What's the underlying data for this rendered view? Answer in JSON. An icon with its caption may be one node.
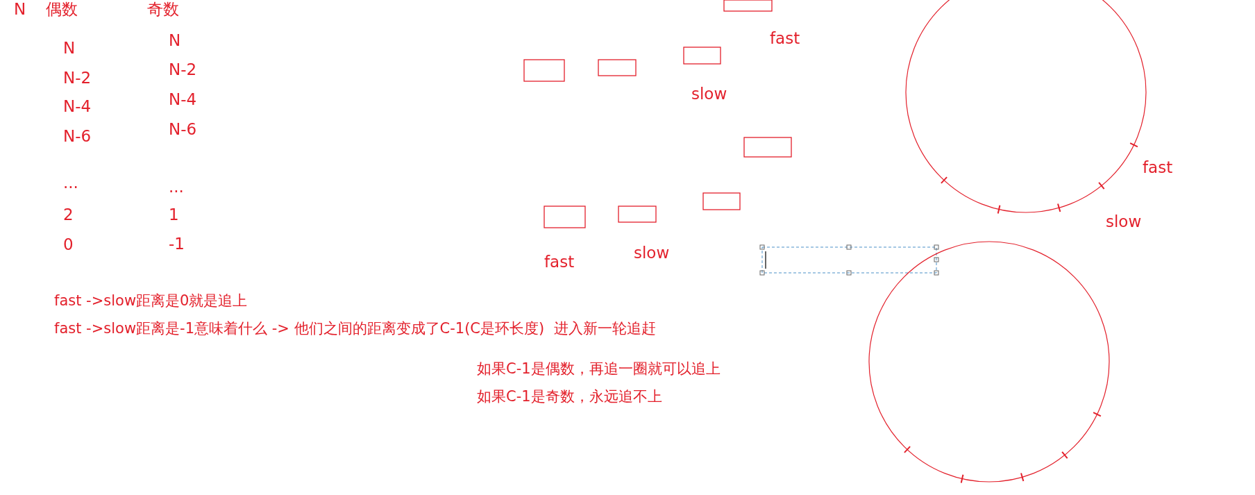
{
  "diagram": {
    "labels": [
      "N",
      "偶数",
      "奇数",
      "N",
      "N",
      "N-2",
      "N-2",
      "N-4",
      "N-4",
      "N-6",
      "N-6",
      "...",
      "...",
      "2",
      "1",
      "0",
      "-1",
      "fast",
      "slow",
      "fast",
      "slow",
      "fast",
      "slow",
      "fast ->slow距离是0就是追上",
      "fast ->slow距离是-1意味着什么 -> 他们之间的距离变成了C-1(C是环长度)  进入新一轮追赶",
      "如果C-1是偶数，再追一圈就可以追上",
      "如果C-1是奇数，永远追不上"
    ]
  }
}
